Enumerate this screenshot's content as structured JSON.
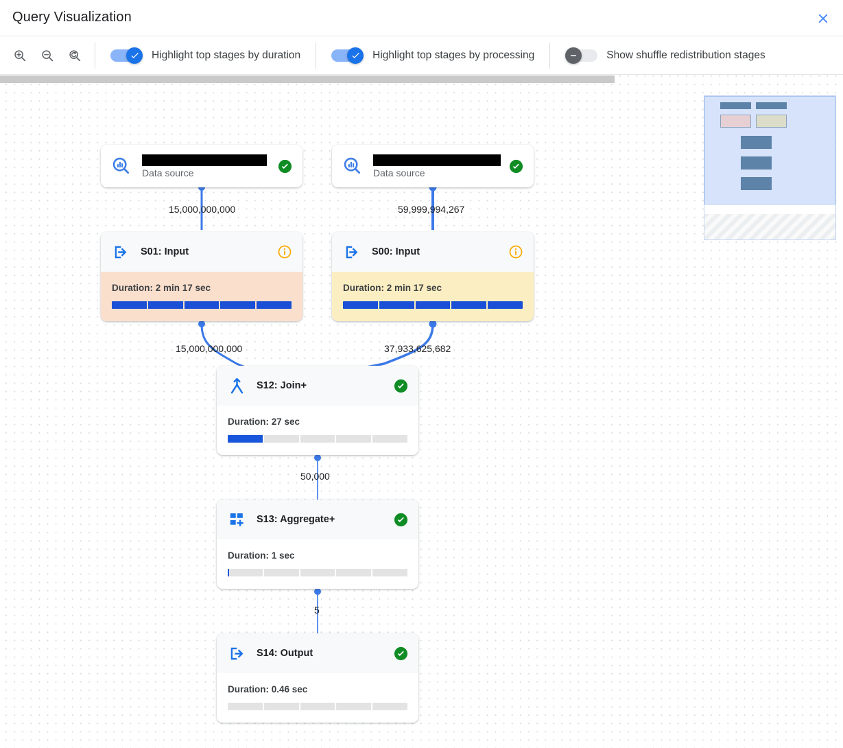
{
  "header": {
    "title": "Query Visualization",
    "close_icon": "close-icon"
  },
  "toolbar": {
    "zoom_in_icon": "zoom-in-icon",
    "zoom_out_icon": "zoom-out-icon",
    "zoom_reset_icon": "zoom-reset-icon",
    "toggles": [
      {
        "label": "Highlight top stages by duration",
        "state": "on"
      },
      {
        "label": "Highlight top stages by processing",
        "state": "on"
      },
      {
        "label": "Show shuffle redistribution stages",
        "state": "off"
      }
    ]
  },
  "graph": {
    "nodes": [
      {
        "id": "ds-left",
        "kind": "data-source",
        "title_redacted": true,
        "subtitle": "Data source",
        "status": "success",
        "icon": "data-source-icon"
      },
      {
        "id": "ds-right",
        "kind": "data-source",
        "title_redacted": true,
        "subtitle": "Data source",
        "status": "success",
        "icon": "data-source-icon"
      },
      {
        "id": "s01",
        "kind": "stage",
        "title": "S01: Input",
        "status": "info",
        "icon": "input-arrow-icon",
        "duration_label": "Duration: 2 min 17 sec",
        "progress_percent": 100,
        "highlight": "duration-hot"
      },
      {
        "id": "s00",
        "kind": "stage",
        "title": "S00: Input",
        "status": "info",
        "icon": "input-arrow-icon",
        "duration_label": "Duration: 2 min 17 sec",
        "progress_percent": 100,
        "highlight": "processing-warm"
      },
      {
        "id": "s12",
        "kind": "stage",
        "title": "S12: Join+",
        "status": "success",
        "icon": "join-icon",
        "duration_label": "Duration: 27 sec",
        "progress_percent": 20,
        "highlight": "none"
      },
      {
        "id": "s13",
        "kind": "stage",
        "title": "S13: Aggregate+",
        "status": "success",
        "icon": "aggregate-icon",
        "duration_label": "Duration: 1 sec",
        "progress_percent": 1,
        "highlight": "none"
      },
      {
        "id": "s14",
        "kind": "stage",
        "title": "S14: Output",
        "status": "success",
        "icon": "output-arrow-icon",
        "duration_label": "Duration: 0.46 sec",
        "progress_percent": 0,
        "highlight": "none"
      }
    ],
    "edges": [
      {
        "from": "ds-left",
        "to": "s01",
        "label": "15,000,000,000"
      },
      {
        "from": "ds-right",
        "to": "s00",
        "label": "59,999,994,267"
      },
      {
        "from": "s01",
        "to": "s12",
        "label": "15,000,000,000"
      },
      {
        "from": "s00",
        "to": "s12",
        "label": "37,933,625,682"
      },
      {
        "from": "s12",
        "to": "s13",
        "label": "50,000"
      },
      {
        "from": "s13",
        "to": "s14",
        "label": "5"
      }
    ]
  },
  "minimap": {
    "name": "graph-minimap"
  },
  "colors": {
    "accent": "#1a73e8",
    "toggle_on_track": "#8ab4f8",
    "success": "#188038",
    "info": "#f9ab00",
    "duration_hot": "#fbdfcd",
    "processing_warm": "#fbeec2",
    "edge": "#3b79e8",
    "progress_fill": "#1a4fd6"
  }
}
